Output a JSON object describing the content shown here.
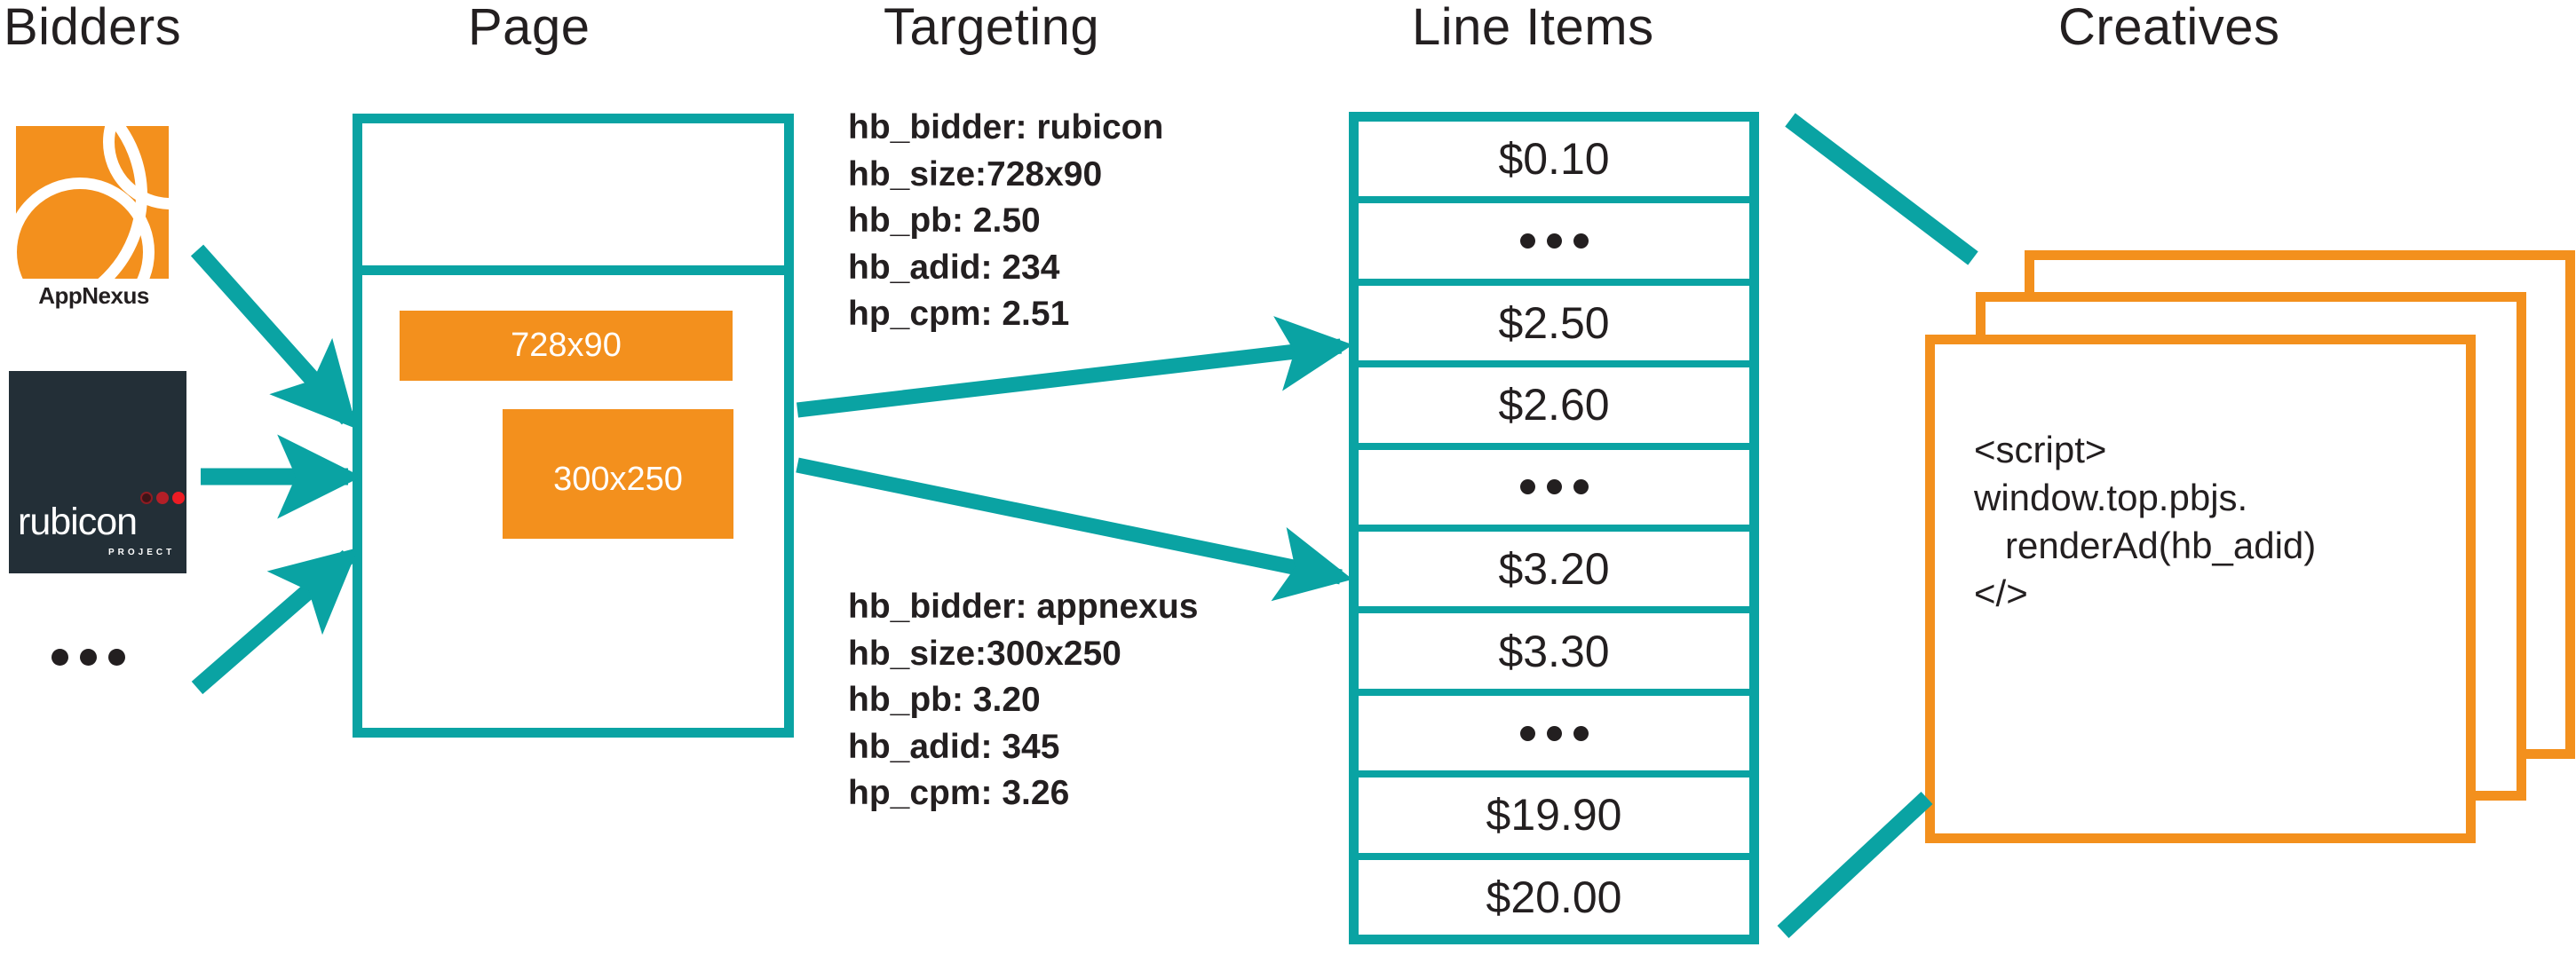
{
  "columns": [
    {
      "id": "bidders",
      "label": "Bidders"
    },
    {
      "id": "page",
      "label": "Page"
    },
    {
      "id": "targeting",
      "label": "Targeting"
    },
    {
      "id": "line_items",
      "label": "Line Items"
    },
    {
      "id": "creatives",
      "label": "Creatives"
    }
  ],
  "colors": {
    "teal": "#0aa3a3",
    "orange": "#f3901d",
    "ink": "#231f20",
    "rubicon_bg": "#232f37",
    "white": "#ffffff"
  },
  "bidders": {
    "appnexus": {
      "name": "AppNexus",
      "wordmark": "AppNexus"
    },
    "rubicon": {
      "name": "rubicon",
      "wordmark": "rubicon",
      "sub_wordmark": "PROJECT"
    },
    "more_indicator": "..."
  },
  "page": {
    "slots": [
      {
        "id": "leaderboard",
        "label": "728x90"
      },
      {
        "id": "mrec",
        "label": "300x250"
      }
    ]
  },
  "targeting": {
    "blocks": [
      {
        "id": "rubicon-targeting",
        "lines": [
          "hb_bidder: rubicon",
          "hb_size:728x90",
          "hb_pb: 2.50",
          "hb_adid: 234",
          "hp_cpm: 2.51"
        ]
      },
      {
        "id": "appnexus-targeting",
        "lines": [
          "hb_bidder: appnexus",
          "hb_size:300x250",
          "hb_pb: 3.20",
          "hb_adid: 345",
          "hp_cpm: 3.26"
        ]
      }
    ]
  },
  "line_items": {
    "rows": [
      {
        "type": "value",
        "label": "$0.10"
      },
      {
        "type": "ellipsis",
        "label": ""
      },
      {
        "type": "value",
        "label": "$2.50"
      },
      {
        "type": "value",
        "label": "$2.60"
      },
      {
        "type": "ellipsis",
        "label": ""
      },
      {
        "type": "value",
        "label": "$3.20"
      },
      {
        "type": "value",
        "label": "$3.30"
      },
      {
        "type": "ellipsis",
        "label": ""
      },
      {
        "type": "value",
        "label": "$19.90"
      },
      {
        "type": "value",
        "label": "$20.00"
      }
    ]
  },
  "creatives": {
    "code": "<script>\nwindow.top.pbjs.\n   renderAd(hb_adid)\n</>"
  }
}
